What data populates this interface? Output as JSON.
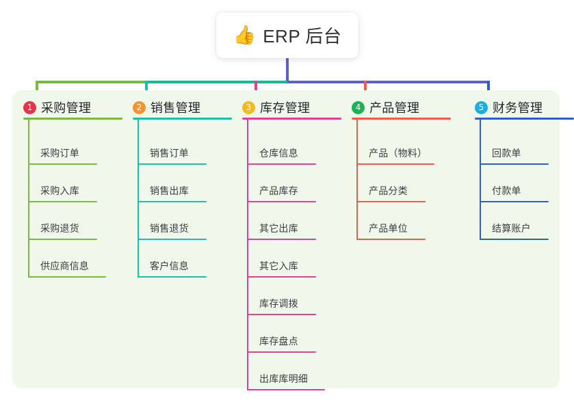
{
  "diagram": {
    "type": "mind-map",
    "root": {
      "icon": "thumbs-up-icon",
      "emoji": "👍",
      "title": "ERP 后台"
    },
    "panel_color": "#eff8ea",
    "trunk_color": "#5a63c4",
    "branch_bar_colors": [
      "#76bb41",
      "#17b89a",
      "#5a63c4"
    ],
    "columns": [
      {
        "index": "1",
        "badge": "❶",
        "badge_number": "1",
        "badge_color": "#e8334a",
        "accent": "#7cb941",
        "title": "采购管理",
        "items": [
          "采购订单",
          "采购入库",
          "采购退货",
          "供应商信息"
        ]
      },
      {
        "index": "2",
        "badge": "❷",
        "badge_number": "2",
        "badge_color": "#f5942f",
        "accent": "#1bbfae",
        "title": "销售管理",
        "items": [
          "销售订单",
          "销售出库",
          "销售退货",
          "客户信息"
        ]
      },
      {
        "index": "3",
        "badge": "❸",
        "badge_number": "3",
        "badge_color": "#f5b921",
        "accent": "#e23f96",
        "title": "库存管理",
        "items": [
          "仓库信息",
          "产品库存",
          "其它出库",
          "其它入库",
          "库存调拨",
          "库存盘点",
          "出库库明细"
        ]
      },
      {
        "index": "4",
        "badge": "❹",
        "badge_number": "4",
        "badge_color": "#19b554",
        "accent": "#f4594f",
        "title": "产品管理",
        "items": [
          "产品（物料）",
          "产品分类",
          "产品单位"
        ]
      },
      {
        "index": "5",
        "badge": "❺",
        "badge_number": "5",
        "badge_color": "#1daee0",
        "accent": "#2f5fc4",
        "title": "财务管理",
        "items": [
          "回款单",
          "付款单",
          "结算账户"
        ]
      }
    ]
  }
}
